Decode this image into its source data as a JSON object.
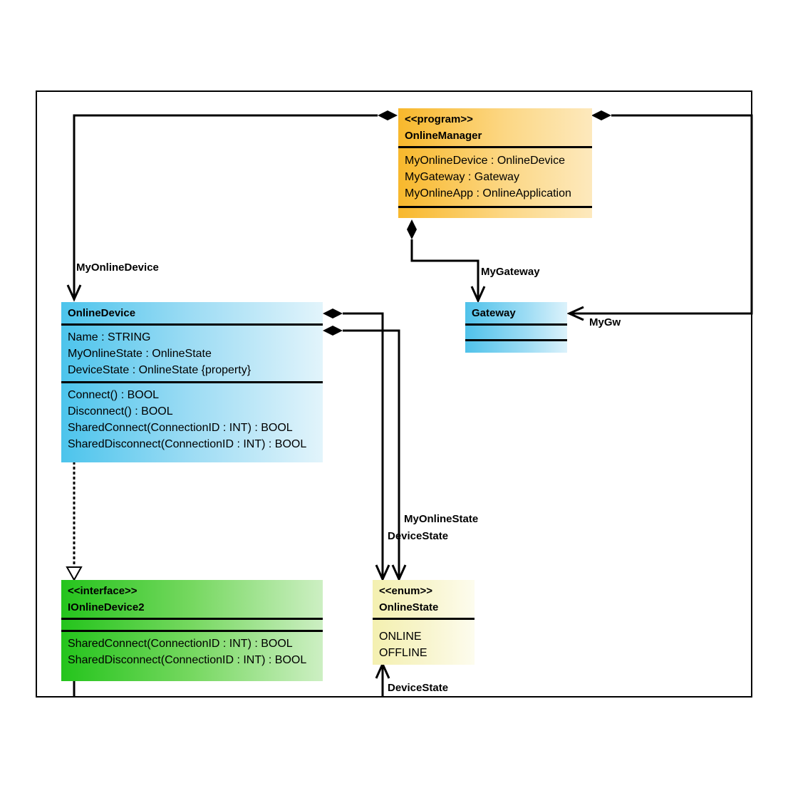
{
  "classes": {
    "online_manager": {
      "stereotype": "<<program>>",
      "name": "OnlineManager",
      "attributes": [
        "MyOnlineDevice : OnlineDevice",
        "MyGateway : Gateway",
        "MyOnlineApp : OnlineApplication"
      ]
    },
    "online_device": {
      "name": "OnlineDevice",
      "attributes": [
        "Name : STRING",
        "MyOnlineState : OnlineState",
        "DeviceState : OnlineState {property}"
      ],
      "methods": [
        "Connect() : BOOL",
        "Disconnect() : BOOL",
        "SharedConnect(ConnectionID : INT) : BOOL",
        "SharedDisconnect(ConnectionID : INT) : BOOL"
      ]
    },
    "gateway": {
      "name": "Gateway"
    },
    "interface": {
      "stereotype": "<<interface>>",
      "name": "IOnlineDevice2",
      "methods": [
        "SharedConnect(ConnectionID : INT) : BOOL",
        "SharedDisconnect(ConnectionID : INT) : BOOL"
      ]
    },
    "online_state": {
      "stereotype": "<<enum>>",
      "name": "OnlineState",
      "values": [
        "ONLINE",
        "OFFLINE"
      ]
    }
  },
  "associations": {
    "my_online_device": "MyOnlineDevice",
    "my_gateway": "MyGateway",
    "my_gw": "MyGw",
    "my_online_state": "MyOnlineState",
    "device_state": "DeviceState",
    "device_state_bottom": "DeviceState"
  }
}
